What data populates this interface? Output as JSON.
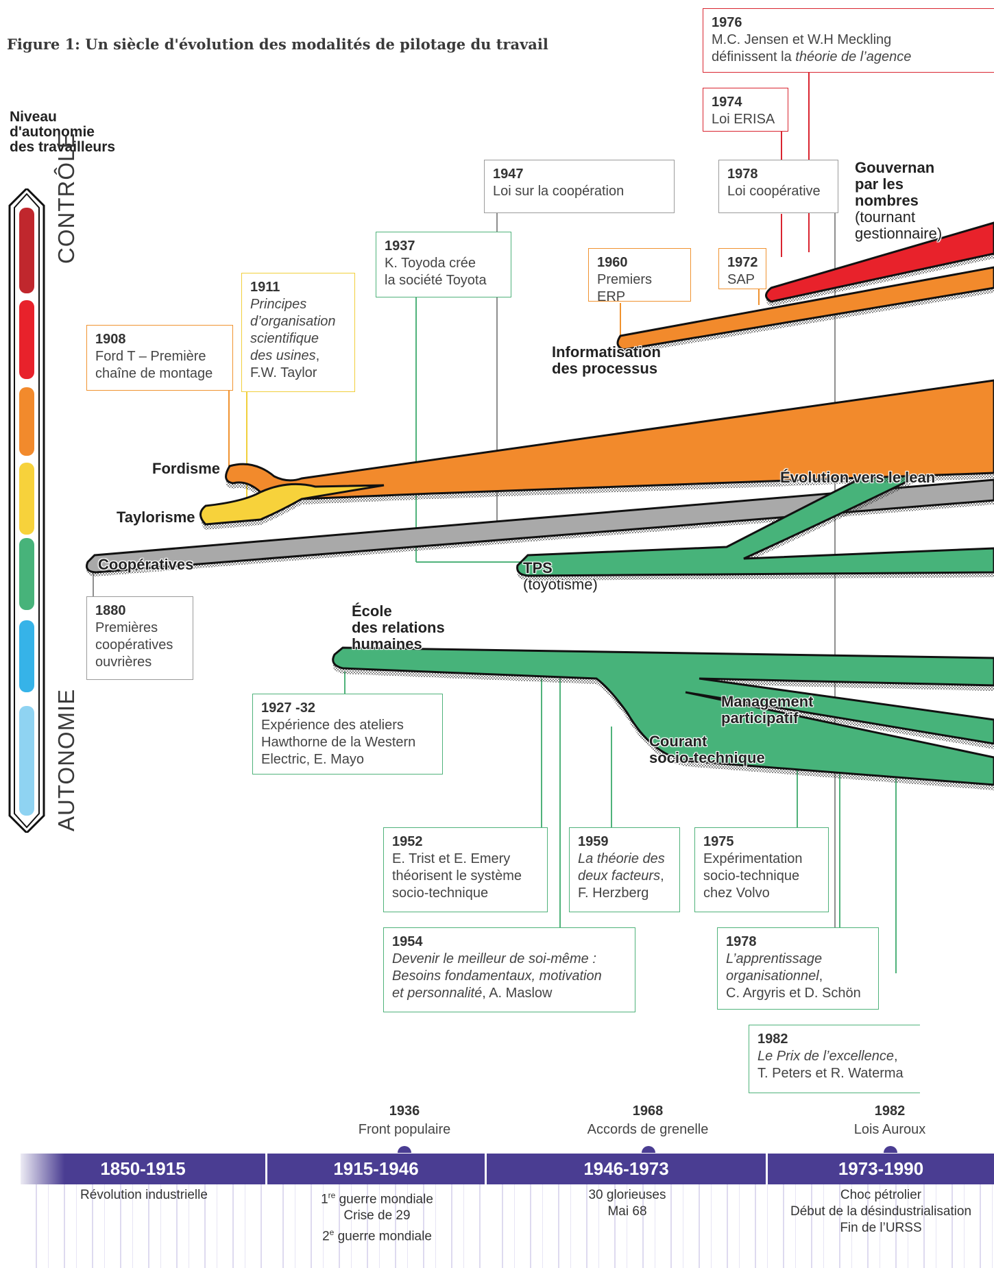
{
  "title": "Figure 1: Un siècle d'évolution des modalités de pilotage du travail",
  "y_axis": {
    "label": "Niveau\nd'autonomie\ndes travailleurs",
    "top": "CONTRÔLE",
    "bottom": "AUTONOMIE"
  },
  "streams": {
    "fordisme": "Fordisme",
    "taylorisme": "Taylorisme",
    "cooperatives": "Coopératives",
    "tps": "TPS",
    "tps_sub": "(toyotisme)",
    "informatisation": "Informatisation\ndes processus",
    "gouvernance": "Gouvernan\npar les\nnombres",
    "gouvernance_sub": "(tournant\ngestionnaire)",
    "lean": "Évolution vers le lean",
    "relations": "École\ndes relations\nhumaines",
    "participatif": "Management\nparticipatif",
    "sociotech": "Courant\nsocio-technique"
  },
  "boxes": {
    "b1976": {
      "year": "1976",
      "text": "M.C. Jensen et W.H Meckling\ndéfinissent la ",
      "italic": "théorie de l’agence"
    },
    "b1974": {
      "year": "1974",
      "text": "Loi ERISA"
    },
    "b1978c": {
      "year": "1978",
      "text": "Loi coopérative"
    },
    "b1947": {
      "year": "1947",
      "text": "Loi sur la coopération"
    },
    "b1937": {
      "year": "1937",
      "text": "K. Toyoda crée\nla société Toyota"
    },
    "b1960": {
      "year": "1960",
      "text": "Premiers ERP"
    },
    "b1972": {
      "year": "1972",
      "text": "SAP"
    },
    "b1911": {
      "year": "1911",
      "italic": "Principes\nd’organisation\nscientifique\ndes usines",
      "text": ",\nF.W. Taylor"
    },
    "b1908": {
      "year": "1908",
      "text": "Ford T – Première\nchaîne de montage"
    },
    "b1880": {
      "year": "1880",
      "text": "Premières\ncoopératives\nouvrières"
    },
    "b1927": {
      "year": "1927 -32",
      "text": "Expérience des ateliers\nHawthorne de la Western\nElectric, E. Mayo"
    },
    "b1952": {
      "year": "1952",
      "text": "E. Trist et E. Emery\nthéorisent le système\nsocio-technique"
    },
    "b1959": {
      "year": "1959",
      "italic": "La théorie des\ndeux facteurs",
      "text": ",\nF. Herzberg"
    },
    "b1975": {
      "year": "1975",
      "text": "Expérimentation\nsocio-technique\nchez Volvo"
    },
    "b1954": {
      "year": "1954",
      "italic": "Devenir le meilleur de soi-même :\nBesoins fondamentaux, motivation\net personnalité",
      "text": ", A. Maslow"
    },
    "b1978a": {
      "year": "1978",
      "italic": "L’apprentissage\norganisationnel",
      "text": ",\nC. Argyris et D. Schön"
    },
    "b1982": {
      "year": "1982",
      "italic": "Le Prix de l’excellence",
      "text": ",\nT. Peters et R. Waterma"
    }
  },
  "events": [
    {
      "year": "1936",
      "label": "Front populaire"
    },
    {
      "year": "1968",
      "label": "Accords de grenelle"
    },
    {
      "year": "1982",
      "label": "Lois Auroux"
    }
  ],
  "timeline": [
    {
      "period": "1850-1915",
      "events": "Révolution industrielle"
    },
    {
      "period": "1915-1946",
      "events_l1": "1",
      "sup1": "re",
      "events_l1b": " guerre mondiale",
      "events_l2": "Crise de 29",
      "events_l3": "2",
      "sup3": "e",
      "events_l3b": " guerre mondiale"
    },
    {
      "period": "1946-1973",
      "events": "30 glorieuses\nMai 68"
    },
    {
      "period": "1973-1990",
      "events": "Choc pétrolier\nDébut de la désindustrialisation\nFin de l’URSS"
    }
  ],
  "colors": {
    "red": "#e8222b",
    "orange": "#f28a2c",
    "yellow": "#f7d23b",
    "grey": "#a9a9a9",
    "green": "#47b37a",
    "blue": "#36b3e8",
    "lightblue": "#8fd3f2",
    "purple": "#4a3d92",
    "darkred": "#c0272d"
  }
}
